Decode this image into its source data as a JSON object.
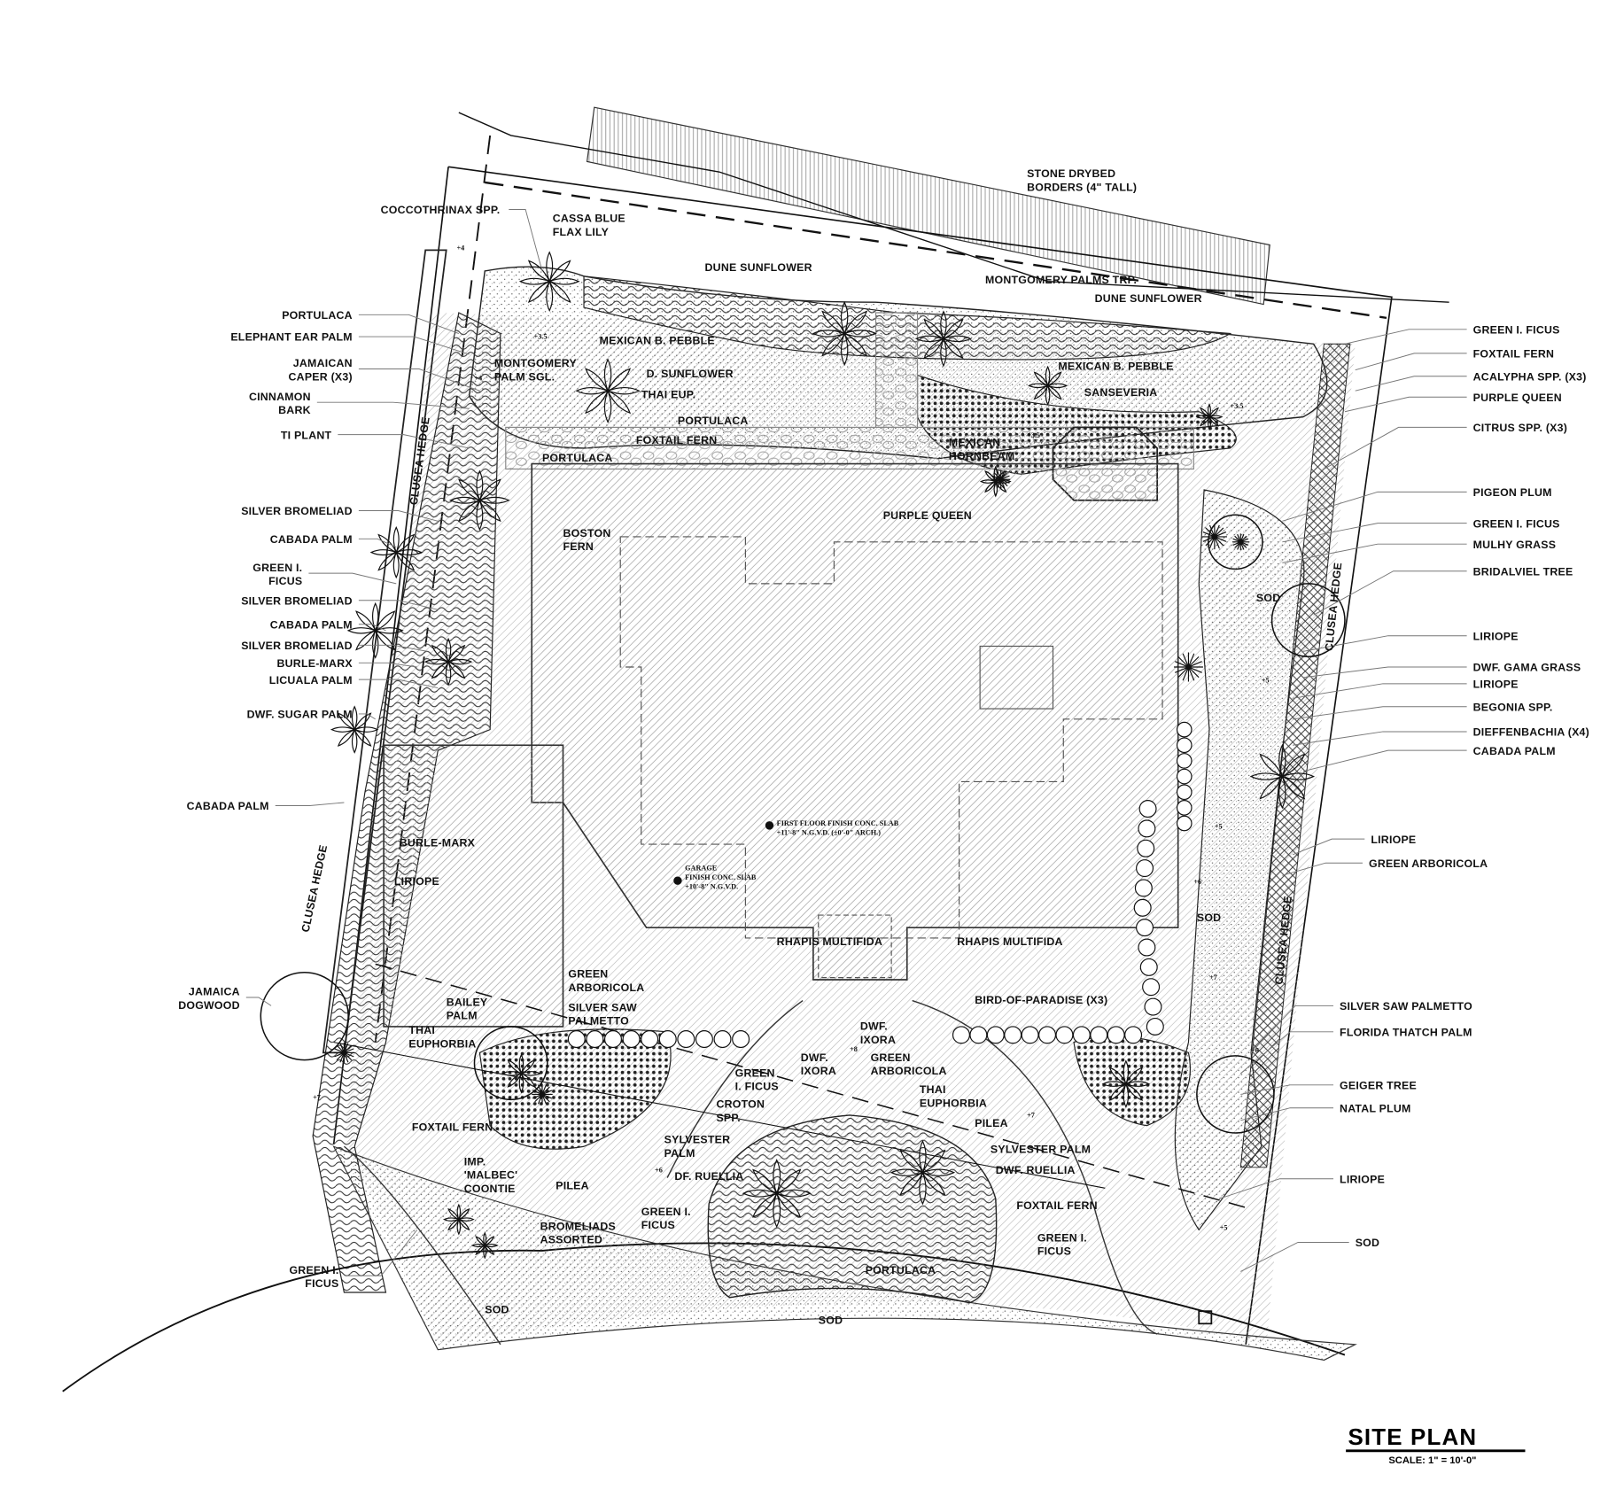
{
  "title": {
    "text": "SITE PLAN",
    "scale": "SCALE: 1\" = 10'-0\""
  },
  "colors": {
    "ink": "#111111",
    "hatch": "#9a9a9a",
    "paper": "#ffffff"
  },
  "left_labels": [
    [
      "COCCOTHRINAX SPP."
    ],
    [
      "PORTULACA"
    ],
    [
      "ELEPHANT EAR PALM"
    ],
    [
      "JAMAICAN",
      "CAPER (X3)"
    ],
    [
      "CINNAMON",
      "BARK"
    ],
    [
      "TI PLANT"
    ],
    [
      "SILVER BROMELIAD"
    ],
    [
      "CABADA PALM"
    ],
    [
      "GREEN I.",
      "FICUS"
    ],
    [
      "SILVER BROMELIAD"
    ],
    [
      "CABADA PALM"
    ],
    [
      "SILVER BROMELIAD"
    ],
    [
      "BURLE-MARX"
    ],
    [
      "LICUALA PALM"
    ],
    [
      "DWF. SUGAR PALM"
    ],
    [
      "CABADA PALM"
    ],
    [
      "JAMAICA",
      "DOGWOOD"
    ],
    [
      "GREEN I.",
      "FICUS"
    ]
  ],
  "right_labels": [
    [
      "GREEN I. FICUS"
    ],
    [
      "FOXTAIL FERN"
    ],
    [
      "ACALYPHA SPP. (X3)"
    ],
    [
      "PURPLE QUEEN"
    ],
    [
      "CITRUS SPP. (X3)"
    ],
    [
      "PIGEON PLUM"
    ],
    [
      "GREEN I. FICUS"
    ],
    [
      "MULHY GRASS"
    ],
    [
      "BRIDALVIEL TREE"
    ],
    [
      "LIRIOPE"
    ],
    [
      "DWF. GAMA GRASS"
    ],
    [
      "LIRIOPE"
    ],
    [
      "BEGONIA SPP."
    ],
    [
      "DIEFFENBACHIA (X4)"
    ],
    [
      "CABADA PALM"
    ],
    [
      "LIRIOPE"
    ],
    [
      "GREEN ARBORICOLA"
    ],
    [
      "SILVER SAW PALMETTO"
    ],
    [
      "FLORIDA THATCH PALM"
    ],
    [
      "GEIGER TREE"
    ],
    [
      "NATAL PLUM"
    ],
    [
      "LIRIOPE"
    ],
    [
      "SOD"
    ]
  ],
  "interior_labels": [
    [
      "STONE DRYBED",
      "BORDERS (4\" TALL)"
    ],
    [
      "CASSA BLUE",
      "FLAX LILY"
    ],
    [
      "DUNE SUNFLOWER"
    ],
    [
      "MONTGOMERY PALMS TRP."
    ],
    [
      "DUNE SUNFLOWER"
    ],
    [
      "MEXICAN B. PEBBLE"
    ],
    [
      "MEXICAN B. PEBBLE"
    ],
    [
      "MONTGOMERY",
      "PALM SGL."
    ],
    [
      "D. SUNFLOWER"
    ],
    [
      "THAI EUP."
    ],
    [
      "PORTULACA"
    ],
    [
      "SANSEVERIA"
    ],
    [
      "PORTULACA"
    ],
    [
      "FOXTAIL FERN"
    ],
    [
      "MEXICAN",
      "HORNBEAM"
    ],
    [
      "PURPLE QUEEN"
    ],
    [
      "BOSTON",
      "FERN"
    ],
    [
      "SOD"
    ],
    [
      "BURLE-MARX"
    ],
    [
      "LIRIOPE"
    ],
    [
      "RHAPIS MULTIFIDA"
    ],
    [
      "RHAPIS MULTIFIDA"
    ],
    [
      "GREEN",
      "ARBORICOLA"
    ],
    [
      "BAILEY",
      "PALM"
    ],
    [
      "SILVER SAW",
      "PALMETTO"
    ],
    [
      "BIRD-OF-PARADISE (X3)"
    ],
    [
      "THAI",
      "EUPHORBIA"
    ],
    [
      "DWF.",
      "IXORA"
    ],
    [
      "DWF.",
      "IXORA"
    ],
    [
      "GREEN",
      "ARBORICOLA"
    ],
    [
      "GREEN",
      "I. FICUS"
    ],
    [
      "THAI",
      "EUPHORBIA"
    ],
    [
      "CROTON",
      "SPP."
    ],
    [
      "PILEA"
    ],
    [
      "FOXTAIL FERN."
    ],
    [
      "SYLVESTER",
      "PALM"
    ],
    [
      "SYLVESTER PALM"
    ],
    [
      "IMP.",
      "'MALBEC'",
      "COONTIE"
    ],
    [
      "PILEA"
    ],
    [
      "DF. RUELLIA"
    ],
    [
      "DWF. RUELLIA"
    ],
    [
      "GREEN I.",
      "FICUS"
    ],
    [
      "BROMELIADS",
      "ASSORTED"
    ],
    [
      "FOXTAIL FERN"
    ],
    [
      "GREEN I.",
      "FICUS"
    ],
    [
      "PORTULACA"
    ],
    [
      "SOD"
    ],
    [
      "SOD"
    ],
    [
      "SOD"
    ]
  ],
  "hedge_labels": [
    "CLUSEA HEDGE",
    "CLUSEA HEDGE",
    "CLUSEA HEDGE",
    "CLUSEA HEDGE"
  ],
  "slab_labels": {
    "first_floor": [
      "FIRST FLOOR FINISH CONC. SLAB",
      "+11'-8\" N.G.V.D. (±0'-0\" ARCH.)"
    ],
    "garage": [
      "GARAGE",
      "FINISH CONC. SLAB",
      "+10'-8\" N.G.V.D."
    ]
  },
  "spot_elevations": [
    "+4",
    "+3.5",
    "+4",
    "+3.5",
    "+3.5",
    "+5",
    "+5",
    "+6",
    "+7",
    "+6",
    "+5",
    "+7",
    "+8",
    "+6",
    "+7"
  ]
}
